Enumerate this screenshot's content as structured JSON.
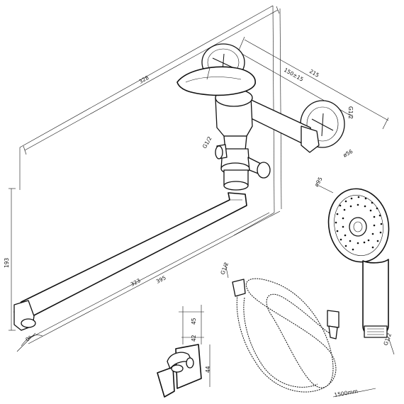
{
  "dimensions": {
    "overall_length": "328",
    "center_distance_max": "215",
    "center_distance_range": "150±15",
    "connection_thread_right": "G1/2",
    "connection_thread_left": "G1/2",
    "flange_diameter": "ø56",
    "spout_height": "193",
    "spout_length_inner": "323",
    "spout_length_outer": "395",
    "swivel_angle": "0°",
    "handshower_diameter": "ø95",
    "handshower_thread": "G1/2",
    "hose_thread": "G1/2",
    "hose_length": "1500mm",
    "holder_dim_top": "45",
    "holder_dim_middle": "42",
    "holder_dim_side": "44"
  }
}
